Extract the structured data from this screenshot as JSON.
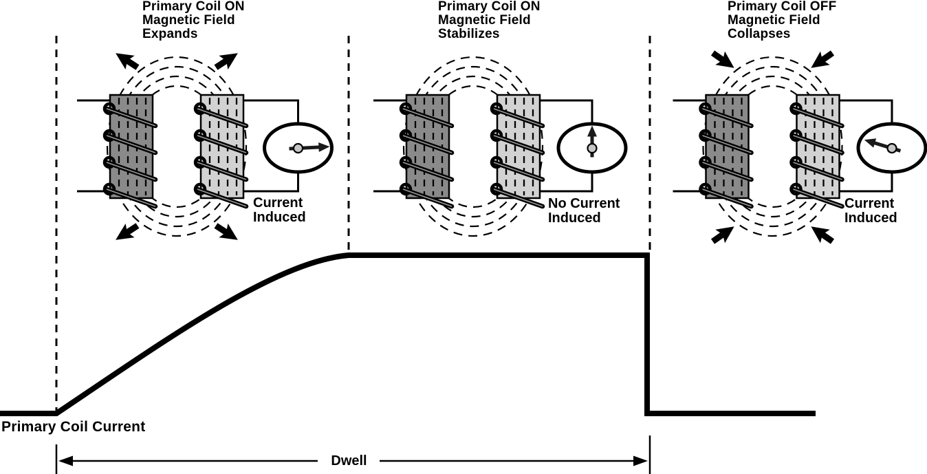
{
  "panels": [
    {
      "title": "Primary Coil ON\nMagnetic Field\nExpands",
      "meter_label": "Current\nInduced",
      "primary_coil_state": "ON",
      "field_state": "expanding",
      "arrows": "outward",
      "needle_direction": "right"
    },
    {
      "title": "Primary Coil ON\nMagnetic Field\nStabilizes",
      "meter_label": "No Current\nInduced",
      "primary_coil_state": "ON",
      "field_state": "stable",
      "arrows": "none",
      "needle_direction": "up"
    },
    {
      "title": "Primary Coil OFF\nMagnetic Field\nCollapses",
      "meter_label": "Current\nInduced",
      "primary_coil_state": "OFF",
      "field_state": "collapsing",
      "arrows": "inward",
      "needle_direction": "up-left"
    }
  ],
  "waveform": {
    "label": "Primary Coil Current",
    "dwell_label": "Dwell",
    "shape": [
      "baseline",
      "rise",
      "plateau",
      "drop",
      "baseline"
    ]
  },
  "colors": {
    "primary_coil_fill": "#8a8a8a",
    "secondary_coil_fill": "#d2d2d2",
    "stroke": "#000000",
    "winding_core": "#999999",
    "pivot_fill": "#c6c6c6"
  }
}
